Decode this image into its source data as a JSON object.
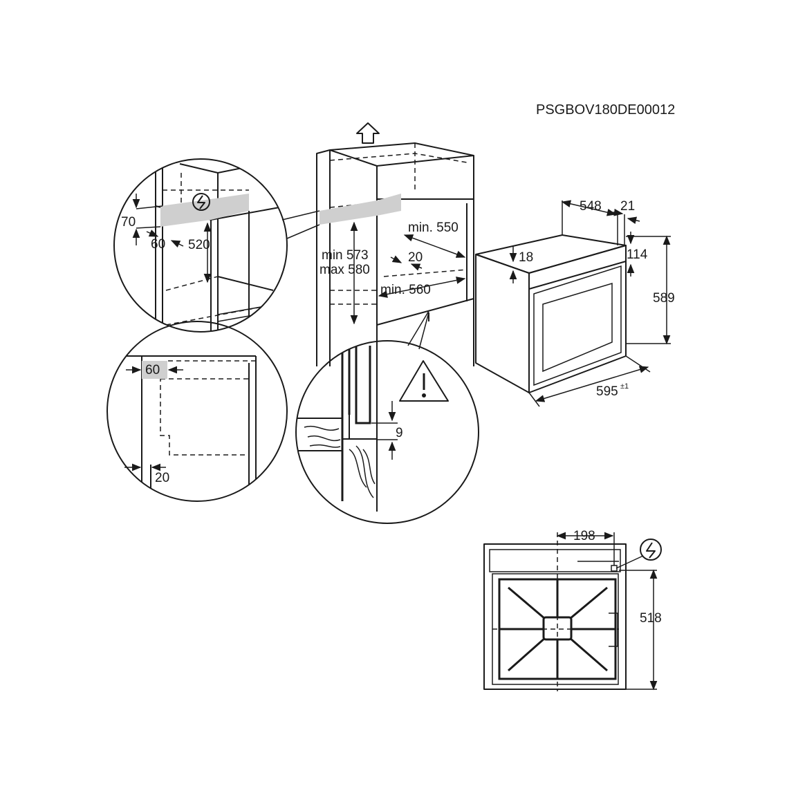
{
  "document_code": "PSGBOV180DE00012",
  "dimensions": {
    "d70": "70",
    "d60_top": "60",
    "d520": "520",
    "min573": "min 573",
    "max580": "max 580",
    "min550": "min. 550",
    "d20_mid": "20",
    "min560": "min. 560",
    "d548": "548",
    "d21": "21",
    "d18": "18",
    "d114": "114",
    "d589": "589",
    "d595": "595",
    "d595_tol": "±1",
    "d60_box": "60",
    "d20_bottom": "20",
    "d9": "9",
    "d198": "198",
    "d518": "518"
  },
  "icons": {
    "power": "electrical-connection-icon",
    "warning": "warning-triangle-icon",
    "arrow": "direction-up-arrow-icon"
  }
}
